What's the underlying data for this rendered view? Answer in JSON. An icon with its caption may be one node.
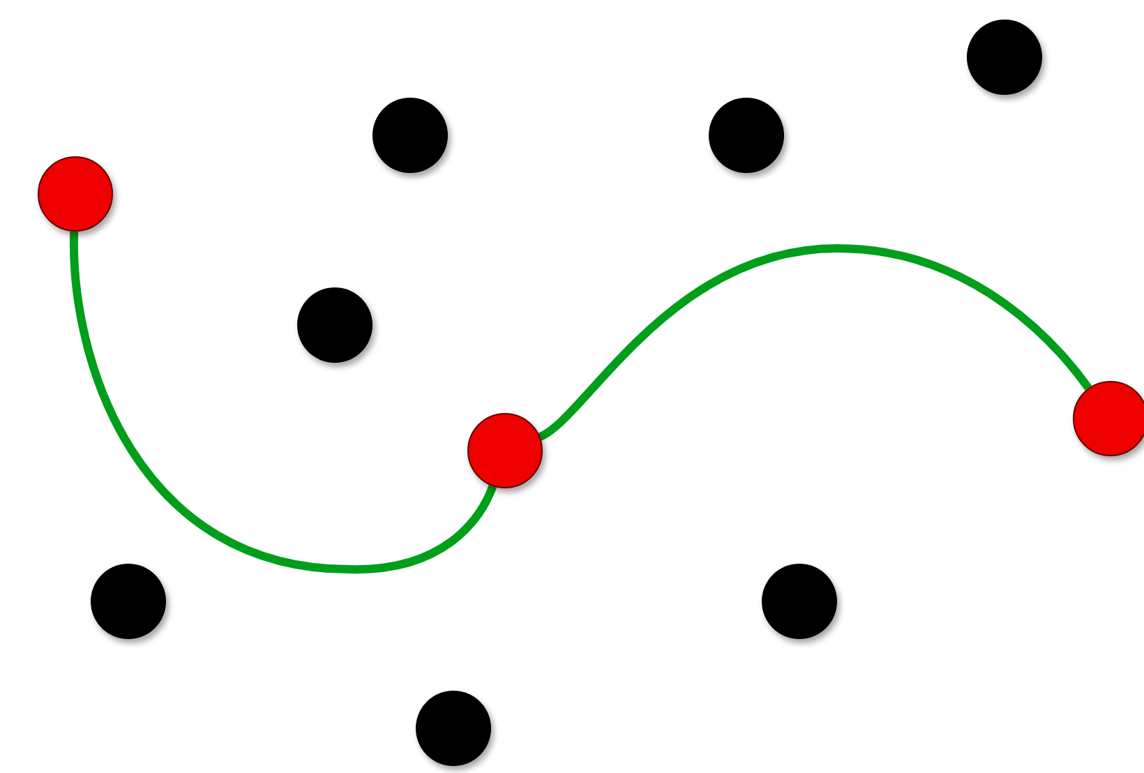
{
  "diagram": {
    "nodes": [
      {
        "text": [],
        "shape": "circle"
      },
      {
        "text": [],
        "shape": "circle"
      },
      {
        "text": [],
        "shape": "circle"
      },
      {
        "text": [],
        "shape": "circle"
      },
      {
        "text": [],
        "shape": "circle"
      },
      {
        "text": [],
        "shape": "circle"
      },
      {
        "text": [],
        "shape": "circle"
      },
      {
        "text": [],
        "shape": "circle"
      },
      {
        "text": [],
        "shape": "circle"
      },
      {
        "text": [],
        "shape": "circle"
      }
    ],
    "edges": [
      {
        "from": 3,
        "to": 6,
        "arrow": "none"
      },
      {
        "from": 6,
        "to": 5,
        "arrow": "none"
      }
    ]
  }
}
